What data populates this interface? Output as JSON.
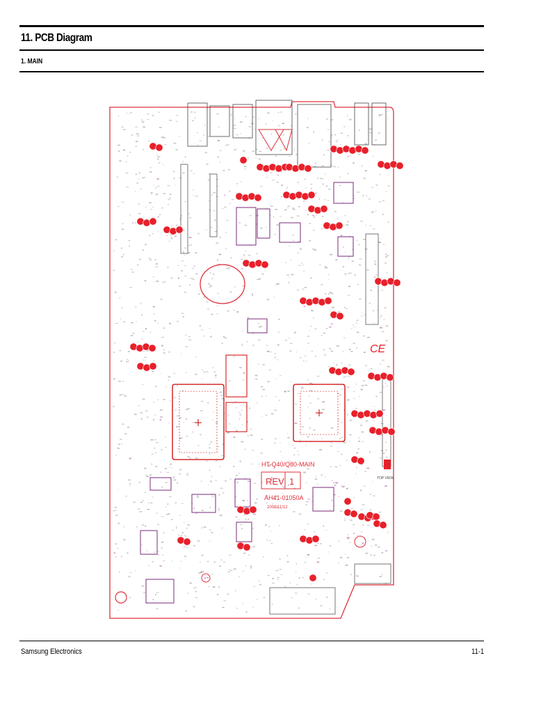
{
  "header": {
    "title": "11. PCB Diagram",
    "subtitle": "1. MAIN"
  },
  "board": {
    "rev_label": "REV",
    "rev_number": "1",
    "model_text": "HT-Q40/Q80-MAIN",
    "part_number": "AH41-01050A",
    "date_text": "2008/11/12",
    "logo_mark": "CE",
    "side_label": "TOP VIEW",
    "colors": {
      "board_outline": "#e0303a",
      "silkscreen": "#d81e2a",
      "component_fill": "#e8202a",
      "ic_outline": "#cc0000",
      "trace": "#b8b8b8",
      "purple_parts": "#7a2a7a"
    }
  },
  "footer": {
    "company": "Samsung Electronics",
    "page_number": "11-1"
  }
}
